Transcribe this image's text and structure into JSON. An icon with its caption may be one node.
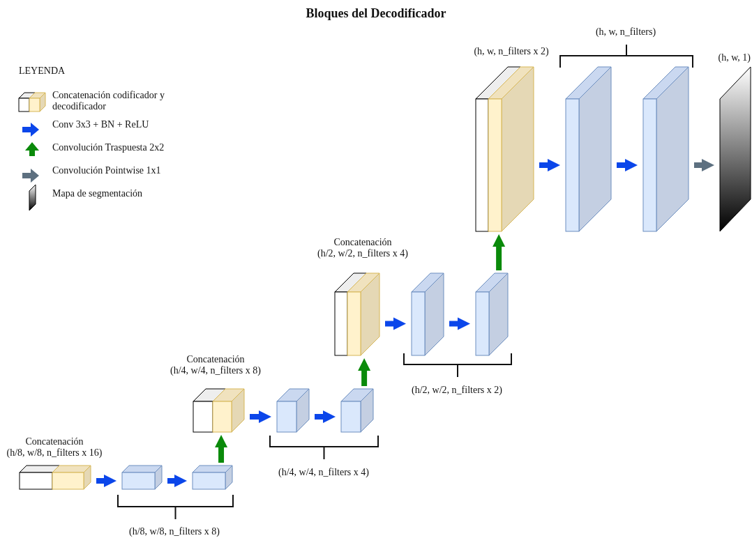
{
  "diagram": {
    "title": "Bloques del Decodificador",
    "nodes": [
      {
        "text": [],
        "shape": "box",
        "beside": [
          "Concatenación",
          "(h/8, w/8, n_filters x 16)"
        ]
      },
      {
        "text": [],
        "shape": "box"
      },
      {
        "text": [],
        "shape": "box"
      },
      {
        "text": [],
        "shape": "box",
        "beside": [
          "Concatenación",
          "(h/4, w/4, n_filters x 8)"
        ]
      },
      {
        "text": [],
        "shape": "box"
      },
      {
        "text": [],
        "shape": "box"
      },
      {
        "text": [],
        "shape": "box",
        "beside": [
          "Concatenación",
          "(h/2, w/2, n_filters x 4)"
        ]
      },
      {
        "text": [],
        "shape": "box"
      },
      {
        "text": [],
        "shape": "box"
      },
      {
        "text": [],
        "shape": "box",
        "beside": [
          "(h, w, n_filters x 2)"
        ]
      },
      {
        "text": [],
        "shape": "box"
      },
      {
        "text": [],
        "shape": "box"
      },
      {
        "text": [],
        "shape": "bar",
        "beside": [
          "(h, w, 1)"
        ]
      }
    ],
    "edges": [
      {
        "from": 0,
        "to": 1,
        "arrow": "to"
      },
      {
        "from": 1,
        "to": 2,
        "arrow": "to"
      },
      {
        "from": 2,
        "to": 3,
        "arrow": "to",
        "color": "#0a8a0a"
      },
      {
        "from": 3,
        "to": 4,
        "arrow": "to"
      },
      {
        "from": 4,
        "to": 5,
        "arrow": "to"
      },
      {
        "from": 5,
        "to": 6,
        "arrow": "to",
        "color": "#0a8a0a"
      },
      {
        "from": 6,
        "to": 7,
        "arrow": "to"
      },
      {
        "from": 7,
        "to": 8,
        "arrow": "to"
      },
      {
        "from": 8,
        "to": 9,
        "arrow": "to",
        "color": "#0a8a0a"
      },
      {
        "from": 9,
        "to": 10,
        "arrow": "to"
      },
      {
        "from": 10,
        "to": 11,
        "arrow": "to"
      },
      {
        "from": 11,
        "to": 12,
        "arrow": "to",
        "color": "#5d7080"
      }
    ],
    "labels": [
      "(h, w, n_filters)",
      "LEYENDA",
      "(h/2, w/2, n_filters x 2)",
      "(h/4, w/4, n_filters x 4)",
      "(h/8, w/8, n_filters x 8)"
    ],
    "legend": [
      {
        "text": "Concatenación codificador y decodificador"
      },
      {
        "text": "Conv 3x3 + BN + ReLU"
      },
      {
        "text": "Convolución Traspuesta 2x2"
      },
      {
        "text": "Convolución Pointwise 1x1"
      },
      {
        "text": "Mapa de segmentación"
      }
    ]
  }
}
